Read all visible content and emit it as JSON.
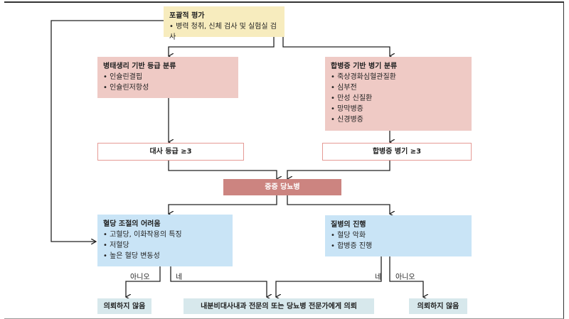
{
  "assessment": {
    "title": "포괄적 평가",
    "items": [
      "병력 청취, 신체 검사 및 실험실 검사"
    ]
  },
  "pathophysiology": {
    "title": "병태생리 기반 등급 분류",
    "items": [
      "인슐린결핍",
      "인슐린저항성"
    ]
  },
  "complications": {
    "title": "합병증 기반 병기 분류",
    "items": [
      "죽상경화심혈관질환",
      "심부전",
      "만성 신질환",
      "망막병증",
      "신경병증"
    ]
  },
  "metabolic_grade": "대사 등급 ≥3",
  "complication_stage": "합병증 병기 ≥3",
  "severe": "중증 당뇨병",
  "glycemic": {
    "title": "혈당 조절의 어려움",
    "items": [
      "고혈당, 이화작용의 특징",
      "저혈당",
      "높은 혈당 변동성"
    ]
  },
  "progression": {
    "title": "질병의 진행",
    "items": [
      "혈당 악화",
      "합병증 진행"
    ]
  },
  "labels": {
    "no": "아니오",
    "yes": "네"
  },
  "outcomes": {
    "no_referral": "의뢰하지 않음",
    "referral": "내분비대사내과 전문의 또는 당뇨병 전문가에게 의뢰"
  },
  "colors": {
    "yellow": "#f7ecbe",
    "pink": "#efcac5",
    "severe": "#cc8480",
    "blue": "#c9e4f6",
    "outcome": "#d7e8ec"
  }
}
